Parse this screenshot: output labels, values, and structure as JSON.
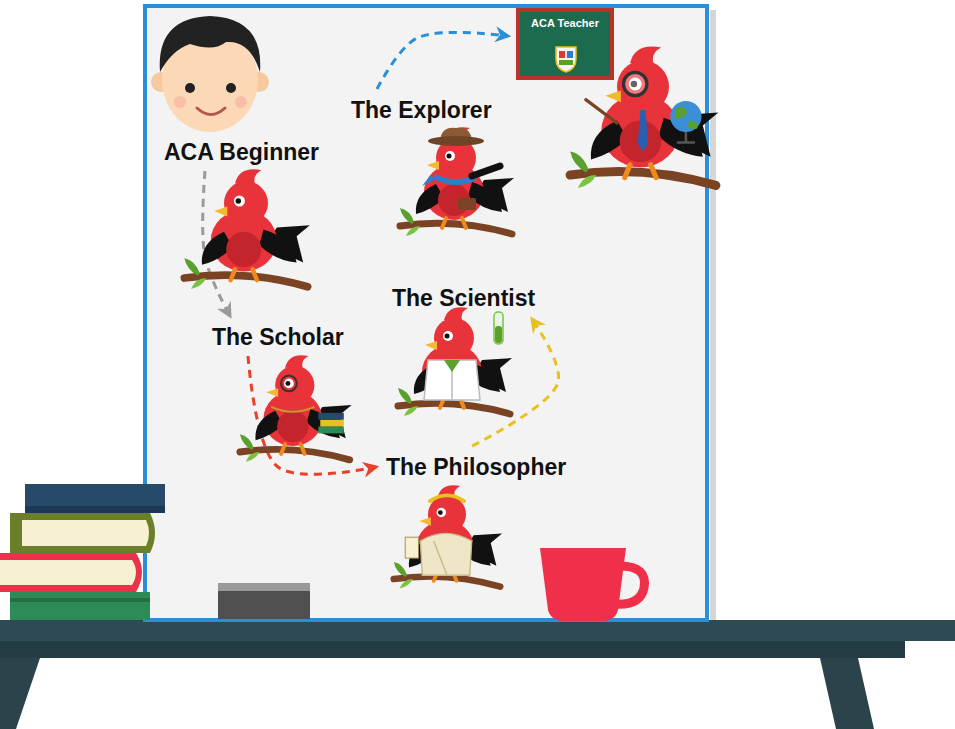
{
  "diagram": {
    "nodes": [
      {
        "text": [
          "ACA Beginner"
        ]
      },
      {
        "text": [
          "The Scholar"
        ]
      },
      {
        "text": [
          "The Philosopher"
        ]
      },
      {
        "text": [
          "The Scientist"
        ]
      },
      {
        "text": [
          "The Explorer"
        ]
      },
      {
        "text": [
          "ACA Teacher"
        ]
      }
    ],
    "edges": [
      {
        "from": 0,
        "to": 1,
        "arrow": "to"
      },
      {
        "from": 1,
        "to": 2,
        "arrow": "to"
      },
      {
        "from": 2,
        "to": 3,
        "arrow": "to"
      },
      {
        "from": 4,
        "to": 5,
        "arrow": "to"
      }
    ]
  }
}
